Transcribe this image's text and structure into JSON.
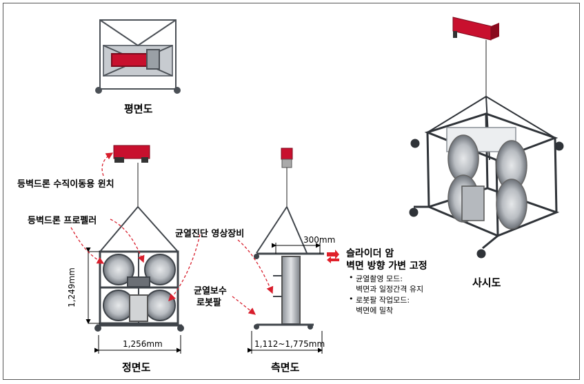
{
  "labels": {
    "plan_view": "평면도",
    "front_view": "정면도",
    "side_view": "측면도",
    "iso_view": "사시도",
    "winch": "등벽드론 수직이동용 윈치",
    "propeller": "등벽드론 프로펠러",
    "crack_camera": "균열진단 영상장비",
    "crack_robot_line1": "균열보수",
    "crack_robot_line2": "로봇팔",
    "slider_line1": "슬라이더 암",
    "slider_line2": "벽면 방향 가변 고정",
    "mode1_title": "균열촬영 모드:",
    "mode1_desc": "벽면과 일정간격 유지",
    "mode2_title": "로봇팔 작업모드:",
    "mode2_desc": "벽면에 밀착",
    "bullet": "•"
  },
  "dimensions": {
    "height": "1,249mm",
    "width": "1,256mm",
    "arm": "300mm",
    "depth": "1,112~1,775mm"
  },
  "colors": {
    "winch_red": "#c8102e",
    "frame_gray": "#5a5f66",
    "arrow_red": "#e0202a",
    "leader_red": "#d81e2c"
  }
}
